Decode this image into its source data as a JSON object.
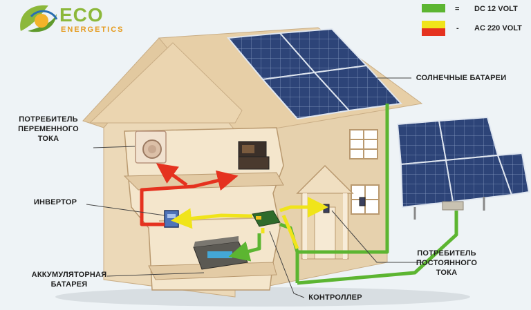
{
  "logo": {
    "brand": "ECO",
    "sub": "ENERGETICS"
  },
  "legend": [
    {
      "symbol": "=",
      "text": "DC 12 VOLT",
      "color": "#5cb531"
    },
    {
      "symbol": "-",
      "text": "AC 220 VOLT",
      "color": "#f0e41a",
      "color2": "#e5321f"
    }
  ],
  "labels": {
    "solar": [
      "СОЛНЕЧНЫЕ БАТАРЕИ"
    ],
    "ac_consumer": [
      "ПОТРЕБИТЕЛЬ",
      "ПЕРЕМЕННОГО",
      "ТОКА"
    ],
    "inverter": [
      "ИНВЕРТОР"
    ],
    "battery": [
      "АККУМУЛЯТОРНАЯ",
      "БАТАРЕЯ"
    ],
    "controller": [
      "КОНТРОЛЛЕР"
    ],
    "dc_consumer": [
      "ПОТРЕБИТЕЛЬ",
      "ПОСТОЯННОГО",
      "ТОКА"
    ]
  },
  "colors": {
    "house": "#e8d3b0",
    "house_shade": "#d9bf98",
    "panel": "#2a3f72",
    "green": "#5cb531",
    "yellow": "#f0e41a",
    "red": "#e5321f"
  }
}
